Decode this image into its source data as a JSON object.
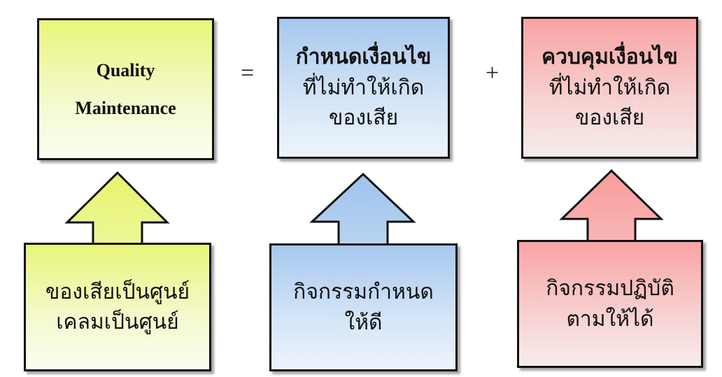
{
  "colors": {
    "yellow": "#e9f57a",
    "blue": "#a7c8ee",
    "red": "#f9a3a3",
    "border": "#111111"
  },
  "top": {
    "quality_maintenance": [
      "Quality",
      "Maintenance"
    ],
    "equals": "=",
    "plus": "+",
    "define_conditions": [
      "กำหนดเงื่อนไข",
      "ที่ไม่ทำให้เกิด",
      "ของเสีย"
    ],
    "control_conditions": [
      "ควบคุมเงื่อนไข",
      "ที่ไม่ทำให้เกิด",
      "ของเสีย"
    ]
  },
  "bottom": {
    "zero": [
      "ของเสียเป็นศูนย์",
      "เคลมเป็นศูนย์"
    ],
    "define_activity": [
      "กิจกรรมกำหนด",
      "ให้ดี"
    ],
    "practice_activity": [
      "กิจกรรมปฏิบัติ",
      "ตามให้ได้"
    ]
  }
}
